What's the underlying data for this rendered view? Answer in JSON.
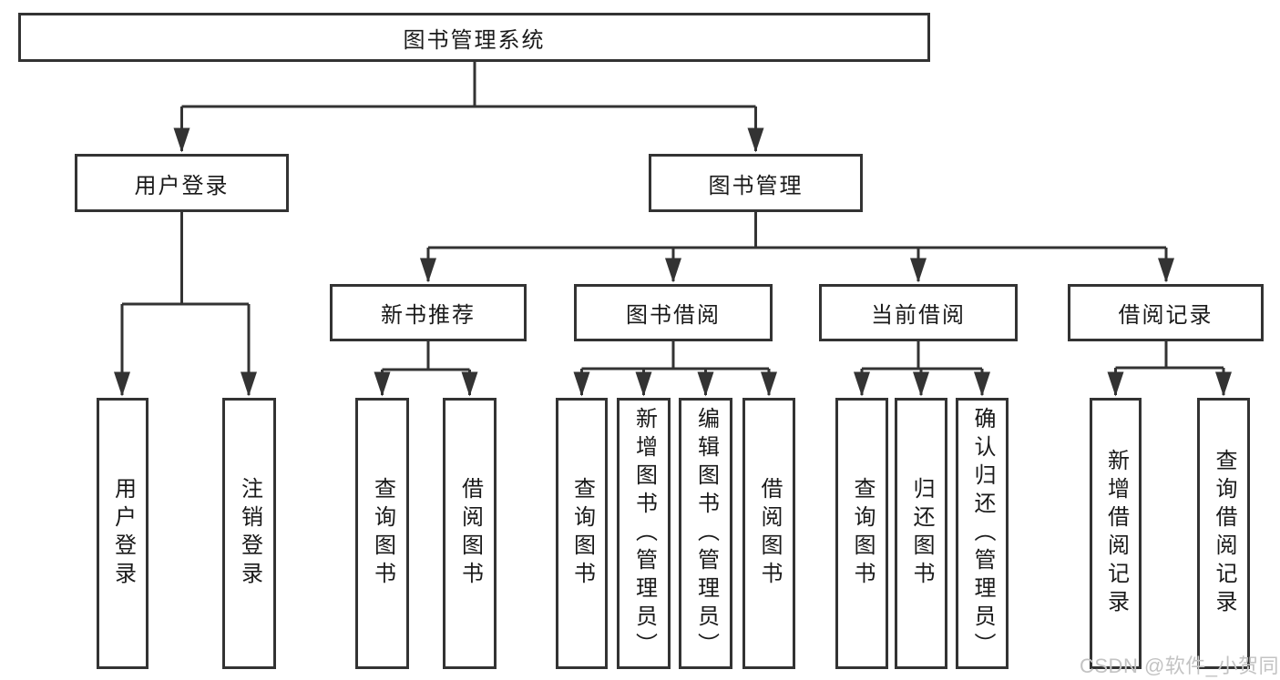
{
  "diagram": {
    "root": {
      "label": "图书管理系统"
    },
    "level2": [
      {
        "label": "用户登录",
        "children": [
          {
            "label": "用户登录"
          },
          {
            "label": "注销登录"
          }
        ]
      },
      {
        "label": "图书管理",
        "children": [
          {
            "label": "新书推荐",
            "children": [
              {
                "label": "查询图书"
              },
              {
                "label": "借阅图书"
              }
            ]
          },
          {
            "label": "图书借阅",
            "children": [
              {
                "label": "查询图书"
              },
              {
                "label": "新增图书（管理员）"
              },
              {
                "label": "编辑图书（管理员）"
              },
              {
                "label": "借阅图书"
              }
            ]
          },
          {
            "label": "当前借阅",
            "children": [
              {
                "label": "查询图书"
              },
              {
                "label": "归还图书"
              },
              {
                "label": "确认归还（管理员）"
              }
            ]
          },
          {
            "label": "借阅记录",
            "children": [
              {
                "label": "新增借阅记录"
              },
              {
                "label": "查询借阅记录"
              }
            ]
          }
        ]
      }
    ]
  },
  "watermark": {
    "text": "CSDN @软件_小贺同学"
  },
  "colors": {
    "line": "#333333",
    "box_border": "#333333",
    "box_fill": "#ffffff",
    "text": "#1a1a1a",
    "watermark": "#c3c3c3"
  }
}
